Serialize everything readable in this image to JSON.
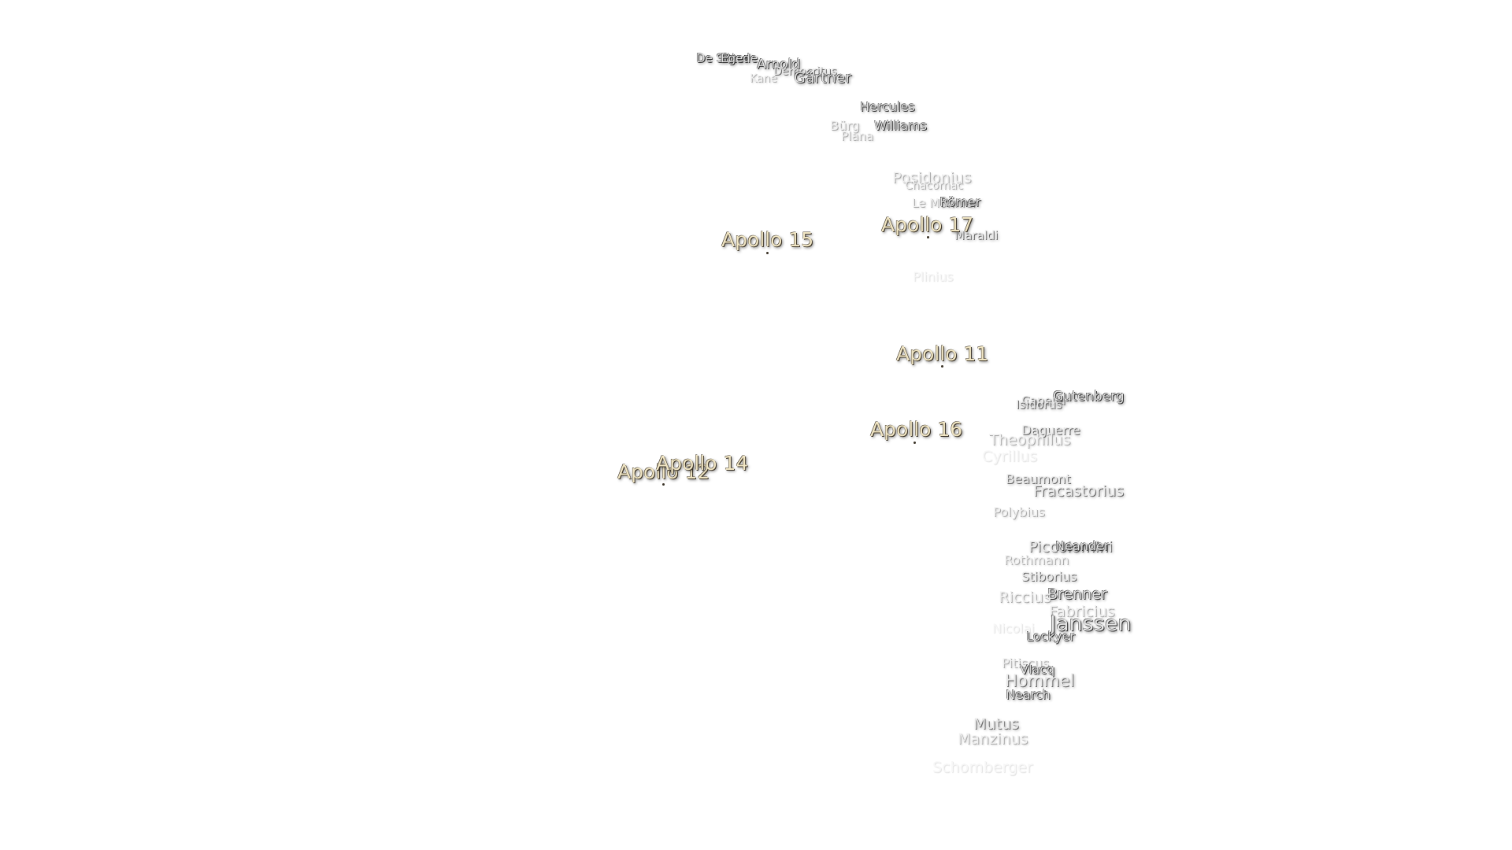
{
  "map": {
    "background": "#ffffff",
    "apollo_color": "#f1e6c4",
    "apollo_sites": [
      {
        "id": "apollo-15",
        "label": "Apollo 15"
      },
      {
        "id": "apollo-17",
        "label": "Apollo 17"
      },
      {
        "id": "apollo-11",
        "label": "Apollo 11"
      },
      {
        "id": "apollo-16",
        "label": "Apollo 16"
      },
      {
        "id": "apollo-14",
        "label": "Apollo 14"
      },
      {
        "id": "apollo-12",
        "label": "Apollo 12"
      }
    ],
    "craters": [
      {
        "id": "de-sitter",
        "label": "De Sitter"
      },
      {
        "id": "egede",
        "label": "Egede"
      },
      {
        "id": "arnold",
        "label": "Arnold"
      },
      {
        "id": "kane",
        "label": "Kane"
      },
      {
        "id": "democritus",
        "label": "Democritus"
      },
      {
        "id": "gartner",
        "label": "Gärtner"
      },
      {
        "id": "hercules",
        "label": "Hercules"
      },
      {
        "id": "burg",
        "label": "Bürg"
      },
      {
        "id": "williams",
        "label": "Williams"
      },
      {
        "id": "plana",
        "label": "Plana"
      },
      {
        "id": "posidonius",
        "label": "Posidonius"
      },
      {
        "id": "chacornac",
        "label": "Chacornac"
      },
      {
        "id": "le-monnier",
        "label": "Le Monnier"
      },
      {
        "id": "romer",
        "label": "Römer"
      },
      {
        "id": "maraldi",
        "label": "Maraldi"
      },
      {
        "id": "plinius",
        "label": "Plinius"
      },
      {
        "id": "capella",
        "label": "Capella"
      },
      {
        "id": "isidorus",
        "label": "Isidorus"
      },
      {
        "id": "gutenberg",
        "label": "Gutenberg"
      },
      {
        "id": "daguerre",
        "label": "Daguerre"
      },
      {
        "id": "theophilus",
        "label": "Theophilus"
      },
      {
        "id": "cyrillus",
        "label": "Cyrillus"
      },
      {
        "id": "beaumont",
        "label": "Beaumont"
      },
      {
        "id": "fracastorius",
        "label": "Fracastorius"
      },
      {
        "id": "polybius",
        "label": "Polybius"
      },
      {
        "id": "piccolomini",
        "label": "Piccolomini"
      },
      {
        "id": "neander",
        "label": "Neander"
      },
      {
        "id": "rothmann",
        "label": "Rothmann"
      },
      {
        "id": "stiborius",
        "label": "Stiborius"
      },
      {
        "id": "brenner",
        "label": "Brenner"
      },
      {
        "id": "riccius",
        "label": "Riccius"
      },
      {
        "id": "fabricius",
        "label": "Fabricius"
      },
      {
        "id": "janssen",
        "label": "Janssen"
      },
      {
        "id": "nicolai",
        "label": "Nicolai"
      },
      {
        "id": "lockyer",
        "label": "Lockyer"
      },
      {
        "id": "pitiscus",
        "label": "Pitiscus"
      },
      {
        "id": "vlacq",
        "label": "Vlacq"
      },
      {
        "id": "hommel",
        "label": "Hommel"
      },
      {
        "id": "nearch",
        "label": "Nearch"
      },
      {
        "id": "mutus",
        "label": "Mutus"
      },
      {
        "id": "manzinus",
        "label": "Manzinus"
      },
      {
        "id": "schomberger",
        "label": "Schomberger"
      }
    ]
  }
}
